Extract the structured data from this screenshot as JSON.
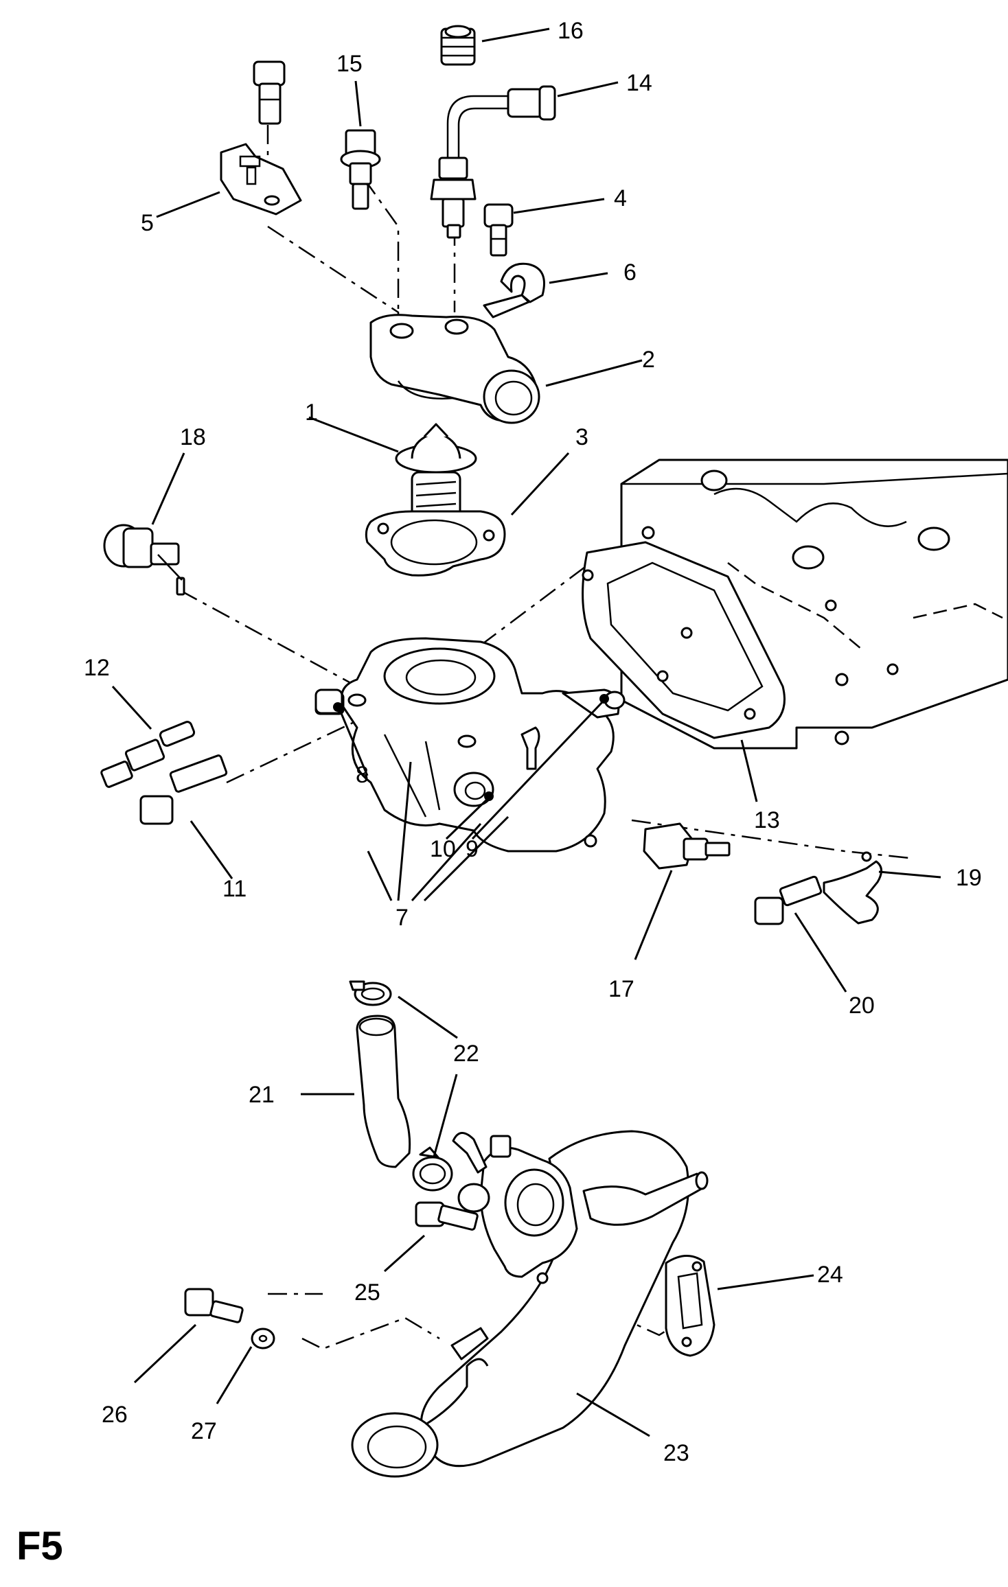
{
  "figure_id": "F5",
  "callouts": [
    "1",
    "2",
    "3",
    "4",
    "5",
    "6",
    "7",
    "8",
    "9",
    "10",
    "11",
    "12",
    "13",
    "14",
    "15",
    "16",
    "17",
    "18",
    "19",
    "20",
    "21",
    "22",
    "23",
    "24",
    "25",
    "26",
    "27"
  ]
}
